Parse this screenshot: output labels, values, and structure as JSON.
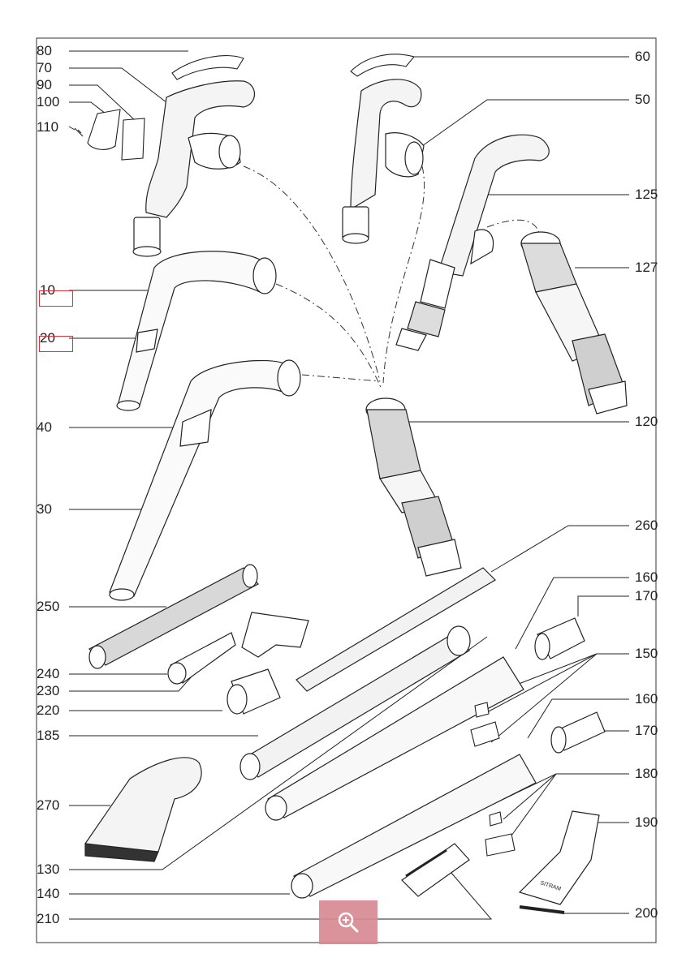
{
  "labels_left": [
    "80",
    "70",
    "90",
    "100",
    "110",
    "10",
    "20",
    "40",
    "30",
    "250",
    "240",
    "230",
    "220",
    "185",
    "270",
    "130",
    "140",
    "210"
  ],
  "labels_right": [
    "60",
    "50",
    "125",
    "127",
    "120",
    "260",
    "160",
    "170",
    "150",
    "160",
    "170",
    "180",
    "190",
    "200"
  ],
  "brush_text": "SITRAM",
  "accent_colors": {
    "highlight": "#e0303a",
    "zoom_button": "#d98a93",
    "line": "#222222"
  },
  "zoom_icon": "zoom-in-icon"
}
